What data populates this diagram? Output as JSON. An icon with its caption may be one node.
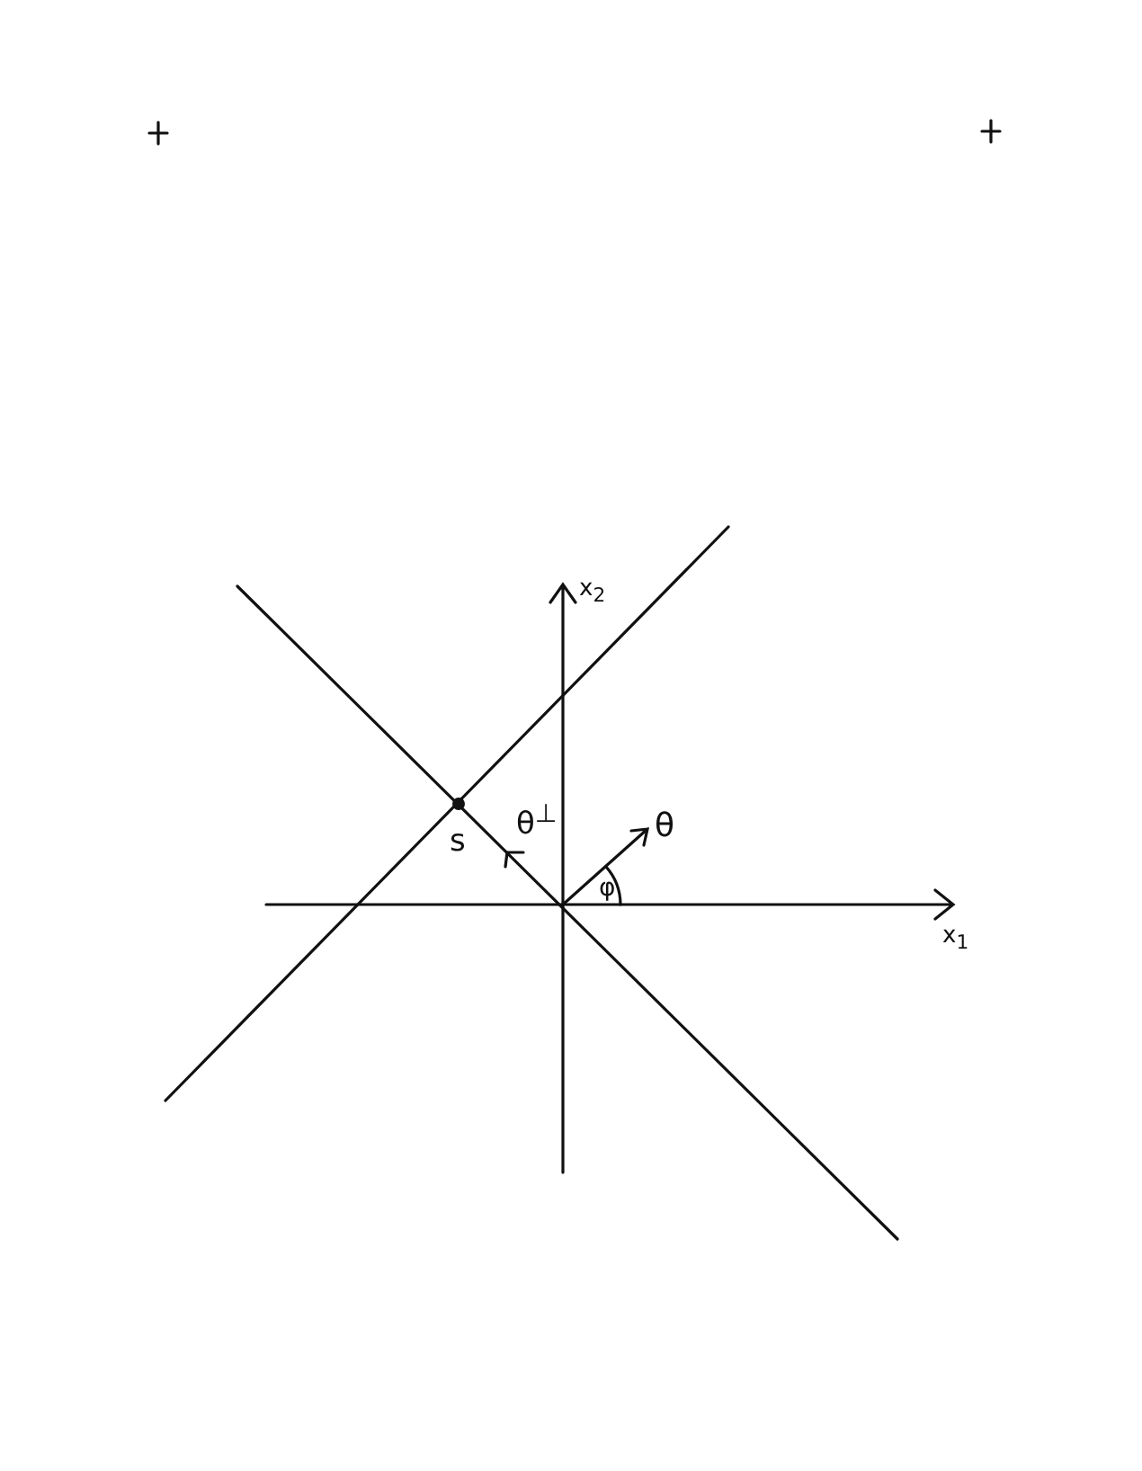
{
  "diagram": {
    "labels": [
      "x$_{2}$",
      "θ$^{⊥}$",
      "θ",
      "s",
      "φ",
      "x$_{1}$"
    ]
  }
}
